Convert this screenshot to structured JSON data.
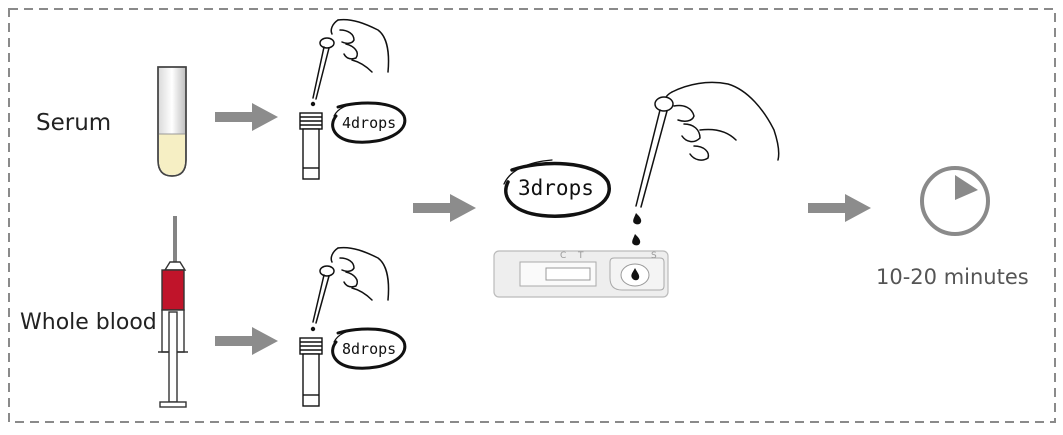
{
  "samples": {
    "serum_label": "Serum",
    "whole_blood_label": "Whole blood"
  },
  "drops": {
    "serum": "4drops",
    "whole_blood": "8drops",
    "cassette": "3drops"
  },
  "cassette": {
    "control_mark": "C",
    "test_mark": "T",
    "sample_mark": "S"
  },
  "timer": {
    "label": "10-20 minutes"
  },
  "colors": {
    "border": "#8a8a8a",
    "arrow": "#8c8c8c",
    "serum_fill": "#f6efc4",
    "blood_fill": "#c0142a",
    "ink": "#111111",
    "timer": "#8a8a8a"
  }
}
